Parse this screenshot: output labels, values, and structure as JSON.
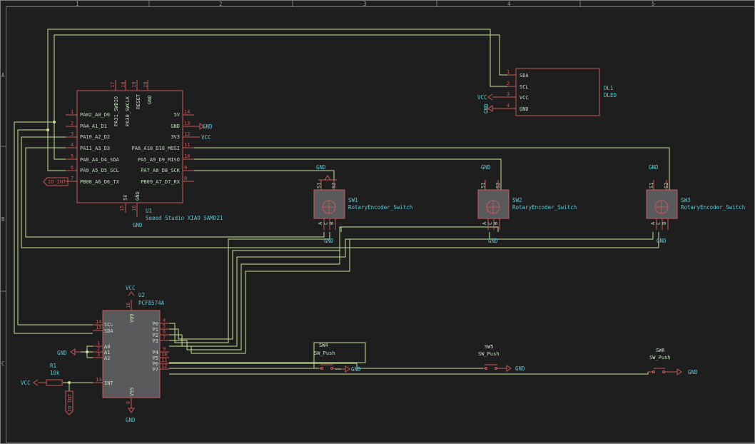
{
  "colors": {
    "background": "#1e1e1e",
    "wire": "#c6e19a",
    "symbol_outline": "#c8595b",
    "ic_fill": "#5a5a5c",
    "reference_text": "#5fc7d6",
    "pin_label_text": "#c3ddc0",
    "frame": "#7a7a7a"
  },
  "frame": {
    "columns": [
      "1",
      "2",
      "3",
      "4",
      "5"
    ],
    "rows": [
      "A",
      "B",
      "C"
    ]
  },
  "u1": {
    "ref": "U1",
    "value": "Seeed Studio XIAO SAMD21",
    "left_pins": [
      {
        "num": "1",
        "name": "PA02_A0_D0"
      },
      {
        "num": "2",
        "name": "PA4_A1_D1"
      },
      {
        "num": "3",
        "name": "PA10_A2_D2"
      },
      {
        "num": "4",
        "name": "PA11_A3_D3"
      },
      {
        "num": "5",
        "name": "PA8_A4_D4_SDA"
      },
      {
        "num": "6",
        "name": "PA9_A5_D5_SCL"
      },
      {
        "num": "7",
        "name": "PB08_A6_D6_TX"
      }
    ],
    "right_pins": [
      {
        "num": "14",
        "name": "5V"
      },
      {
        "num": "13",
        "name": "GND"
      },
      {
        "num": "12",
        "name": "3V3"
      },
      {
        "num": "11",
        "name": "PA6_A10_D10_MOSI"
      },
      {
        "num": "10",
        "name": "PA5_A9_D9_MISO"
      },
      {
        "num": "9",
        "name": "PA7_A8_D8_SCK"
      },
      {
        "num": "8",
        "name": "PB09_A7_D7_RX"
      }
    ],
    "top_pins": [
      {
        "num": "17",
        "name": "PA31_SWDIO"
      },
      {
        "num": "18",
        "name": "PA30_SWCLK"
      },
      {
        "num": "19",
        "name": "RESET"
      },
      {
        "num": "20",
        "name": "GND"
      }
    ],
    "bottom_pins": [
      {
        "num": "15",
        "name": "5V"
      },
      {
        "num": "16",
        "name": "GND"
      }
    ]
  },
  "dl1": {
    "ref": "DL1",
    "value": "DLED",
    "pins": [
      {
        "num": "1",
        "name": "SDA"
      },
      {
        "num": "2",
        "name": "SCL"
      },
      {
        "num": "3",
        "name": "VCC"
      },
      {
        "num": "4",
        "name": "GND"
      }
    ]
  },
  "encoders": [
    {
      "ref": "SW1",
      "value": "RotaryEncoder_Switch"
    },
    {
      "ref": "SW2",
      "value": "RotaryEncoder_Switch"
    },
    {
      "ref": "SW3",
      "value": "RotaryEncoder_Switch"
    }
  ],
  "encoder_pin_labels": {
    "s1": "S1",
    "s2": "S2",
    "a": "A",
    "c": "C",
    "b": "B"
  },
  "u2": {
    "ref": "U2",
    "value": "PCF8574A",
    "left_pins": [
      {
        "num": "14",
        "name": "SCL"
      },
      {
        "num": "15",
        "name": "SDA"
      },
      {
        "num": "1",
        "name": "A0"
      },
      {
        "num": "2",
        "name": "A1"
      },
      {
        "num": "3",
        "name": "A2"
      },
      {
        "num": "13",
        "name": "INT"
      }
    ],
    "right_pins": [
      {
        "num": "4",
        "name": "P0"
      },
      {
        "num": "5",
        "name": "P1"
      },
      {
        "num": "6",
        "name": "P2"
      },
      {
        "num": "7",
        "name": "P3"
      },
      {
        "num": "9",
        "name": "P4"
      },
      {
        "num": "10",
        "name": "P5"
      },
      {
        "num": "11",
        "name": "P6"
      },
      {
        "num": "12",
        "name": "P7"
      }
    ],
    "top_pin": {
      "num": "16",
      "name": "VDD"
    },
    "bottom_pin": {
      "num": "8",
      "name": "VSS"
    }
  },
  "r1": {
    "ref": "R1",
    "value": "10k"
  },
  "push_switches": [
    {
      "ref": "SW4",
      "value": "SW_Push"
    },
    {
      "ref": "SW5",
      "value": "SW_Push"
    },
    {
      "ref": "SW6",
      "value": "SW_Push"
    }
  ],
  "net_labels": {
    "io_int": "IO_INT"
  },
  "power": {
    "gnd": "GND",
    "vcc": "VCC"
  }
}
